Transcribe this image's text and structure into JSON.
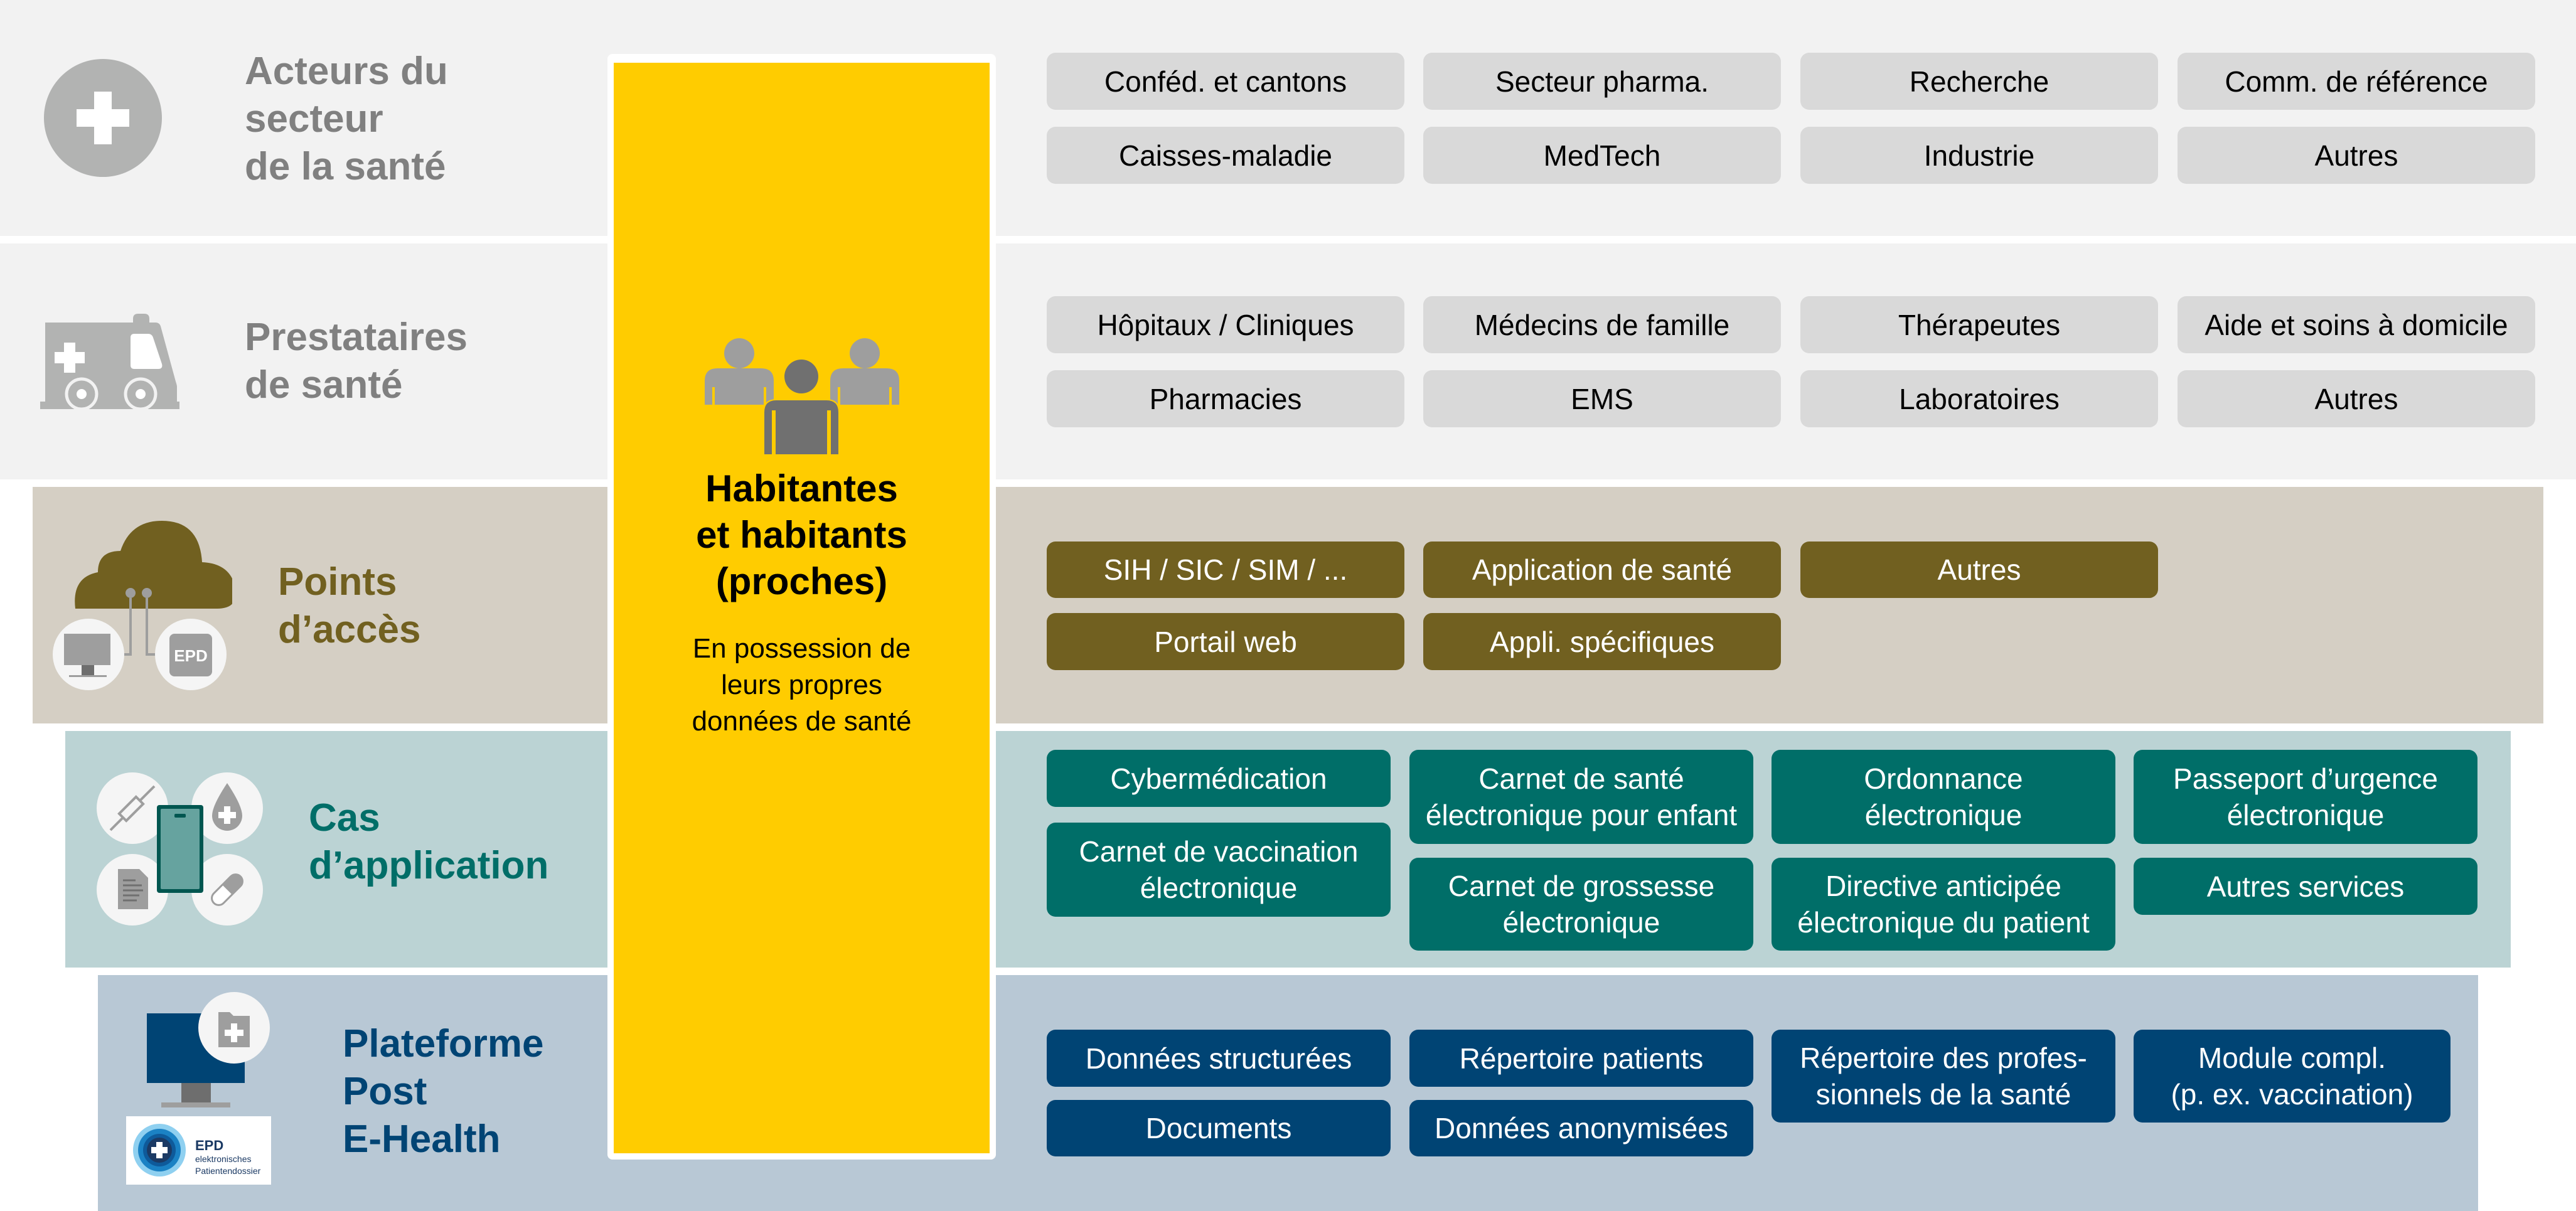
{
  "colors": {
    "yellow": "#ffcc00",
    "grey_band": "#f2f2f2",
    "grey_chip": "#d9d9d9",
    "grey_label": "#808080",
    "olive_band": "#d5cfc4",
    "olive": "#716020",
    "teal_band": "#bbd3d4",
    "teal": "#006e68",
    "blue_band": "#b8c8d5",
    "blue": "#004474"
  },
  "center": {
    "icon": "people-group-icon",
    "title": "Habitantes\net habitants\n(proches)",
    "subtitle": "En possession de\nleurs propres\ndonnées de santé"
  },
  "sections": {
    "actors": {
      "icon": "medical-cross-icon",
      "label": "Acteurs du\nsecteur\nde la santé",
      "chips": [
        "Conféd. et cantons",
        "Secteur pharma.",
        "Recherche",
        "Comm. de référence",
        "Caisses-maladie",
        "MedTech",
        "Industrie",
        "Autres"
      ]
    },
    "providers": {
      "icon": "ambulance-icon",
      "label": "Prestataires\nde santé",
      "chips": [
        "Hôpitaux / Cliniques",
        "Médecins de famille",
        "Thérapeutes",
        "Aide et soins à domicile",
        "Pharmacies",
        "EMS",
        "Laboratoires",
        "Autres"
      ]
    },
    "access": {
      "icon": "cloud-network-icon",
      "label": "Points\nd’accès",
      "epd_badge": "EPD",
      "chips": [
        "SIH / SIC / SIM / ...",
        "Application de santé",
        "Autres",
        "Portail web",
        "Appli. spécifiques"
      ]
    },
    "usecases": {
      "icon": "mobile-health-icon",
      "label": "Cas\nd’application",
      "chips": [
        "Cybermédication",
        "Carnet de santé\nélectronique pour enfant",
        "Ordonnance\nélectronique",
        "Passeport d’urgence\nélectronique",
        "Carnet de vaccination\nélectronique",
        "Carnet de grossesse\nélectronique",
        "Directive anticipée\nélectronique du patient",
        "Autres services"
      ]
    },
    "platform": {
      "icon": "monitor-folder-icon",
      "label": "Plateforme\nPost\nE-Health",
      "logo": {
        "title": "EPD",
        "line1": "elektronisches",
        "line2": "Patientendossier"
      },
      "chips": [
        "Données structurées",
        "Répertoire patients",
        "Répertoire des profes-\nsionnels de la santé",
        "Module compl.\n(p. ex. vaccination)",
        "Documents",
        "Données anonymisées"
      ]
    }
  }
}
